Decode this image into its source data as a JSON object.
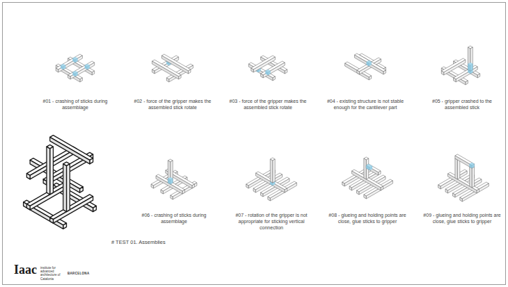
{
  "diagram": {
    "labels": [
      "#01 - crashing of sticks during assemblage",
      "#02 - force of the gripper makes the assembled stick rotate",
      "#03 - force of the gripper makes the assembled stick rotate",
      "#04 - existing structure is not stable enough for the cantilever part",
      "#05 - gripper crashed to the assembled stick",
      "# TEST 01. Assemblies",
      "#06 - crashing of sticks during assemblage",
      "#07 - rotation of the gripper is not appropriate for sticking vertical connection",
      "#08 - glueing and holding points are close, glue sticks to gripper",
      "#09 - glueing and holding points are close, glue sticks to gripper",
      "Iaac",
      "institute for advanced architecture of Catalonia",
      "BARCELONA"
    ]
  }
}
